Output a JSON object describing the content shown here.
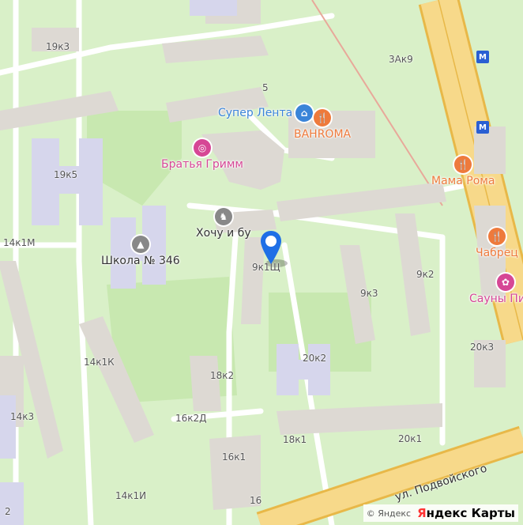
{
  "map": {
    "attribution": "© Яндекс",
    "brand_ya": "Я",
    "brand_rest": "ндекс Карты",
    "street": "ул. Подвойского",
    "building_labels": {
      "b19k3": "19к3",
      "b3Ak9": "3Ак9",
      "b5": "5",
      "b19k5": "19к5",
      "b14k1M": "14к1М",
      "b9k2": "9к2",
      "b9k3": "9к3",
      "b9k": "9к1Щ",
      "b20k3": "20к3",
      "b14k1K": "14к1К",
      "b20k2": "20к2",
      "b18k2": "18к2",
      "b14k3": "14к3",
      "b16k2D": "16к2Д",
      "b18k1": "18к1",
      "b20k1": "20к1",
      "b16k1": "16к1",
      "b14k1I": "14к1И",
      "b16": "16",
      "b2": "2"
    },
    "pois": {
      "superlenta": "Супер Лента",
      "bahroma": "BAHROMA",
      "bratya": "Братья Гримм",
      "mamaroma": "Мама Рома",
      "hochu": "Хочу и бу",
      "shkola": "Школа № 346",
      "chabrec": "Чабрец",
      "sauny": "Сауны Пи"
    },
    "colors": {
      "park": "#c8e8b0",
      "block": "#d9f0c8",
      "building": "#ddd9d3",
      "school": "#d6d6ec",
      "road_major": "#f7d98a",
      "road_edge": "#e8b848",
      "food": "#ee7a3c",
      "culture": "#d64795",
      "shop": "#3a84d8",
      "pin": "#1e6fe6"
    }
  }
}
